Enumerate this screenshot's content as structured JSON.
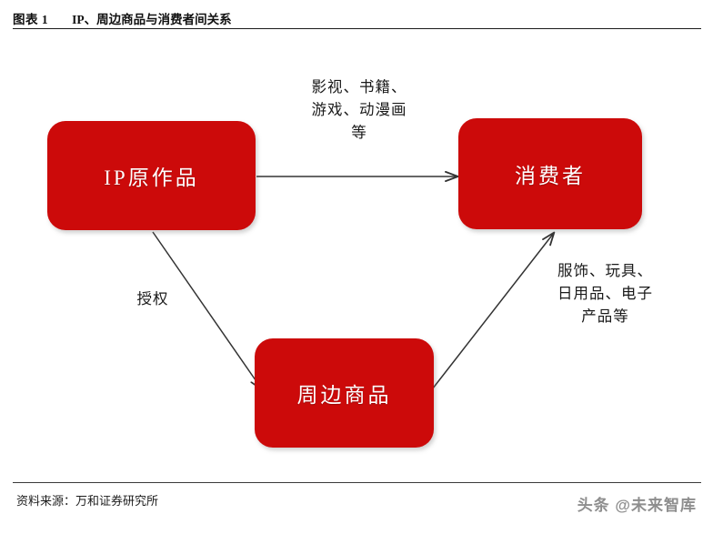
{
  "header": {
    "figure_label": "图表 1",
    "title": "IP、周边商品与消费者间关系"
  },
  "footer": {
    "source": "资料来源：万和证券研究所",
    "watermark": "头条 @未来智库"
  },
  "colors": {
    "node_fill": "#cc0a0a",
    "node_text": "#ffffff",
    "arrow": "#333333",
    "rule": "#1b1b1b"
  },
  "diagram": {
    "type": "flow",
    "nodes": [
      {
        "id": "ip",
        "label": "IP原作品"
      },
      {
        "id": "consumer",
        "label": "消费者"
      },
      {
        "id": "goods",
        "label": "周边商品"
      }
    ],
    "edges": [
      {
        "id": "ip-to-consumer",
        "from": "ip",
        "to": "consumer",
        "label": "影视、书籍、\n游戏、动漫画\n等"
      },
      {
        "id": "ip-to-goods",
        "from": "ip",
        "to": "goods",
        "label": "授权"
      },
      {
        "id": "goods-to-consumer",
        "from": "goods",
        "to": "consumer",
        "label": "服饰、玩具、\n日用品、电子\n产品等"
      }
    ]
  }
}
